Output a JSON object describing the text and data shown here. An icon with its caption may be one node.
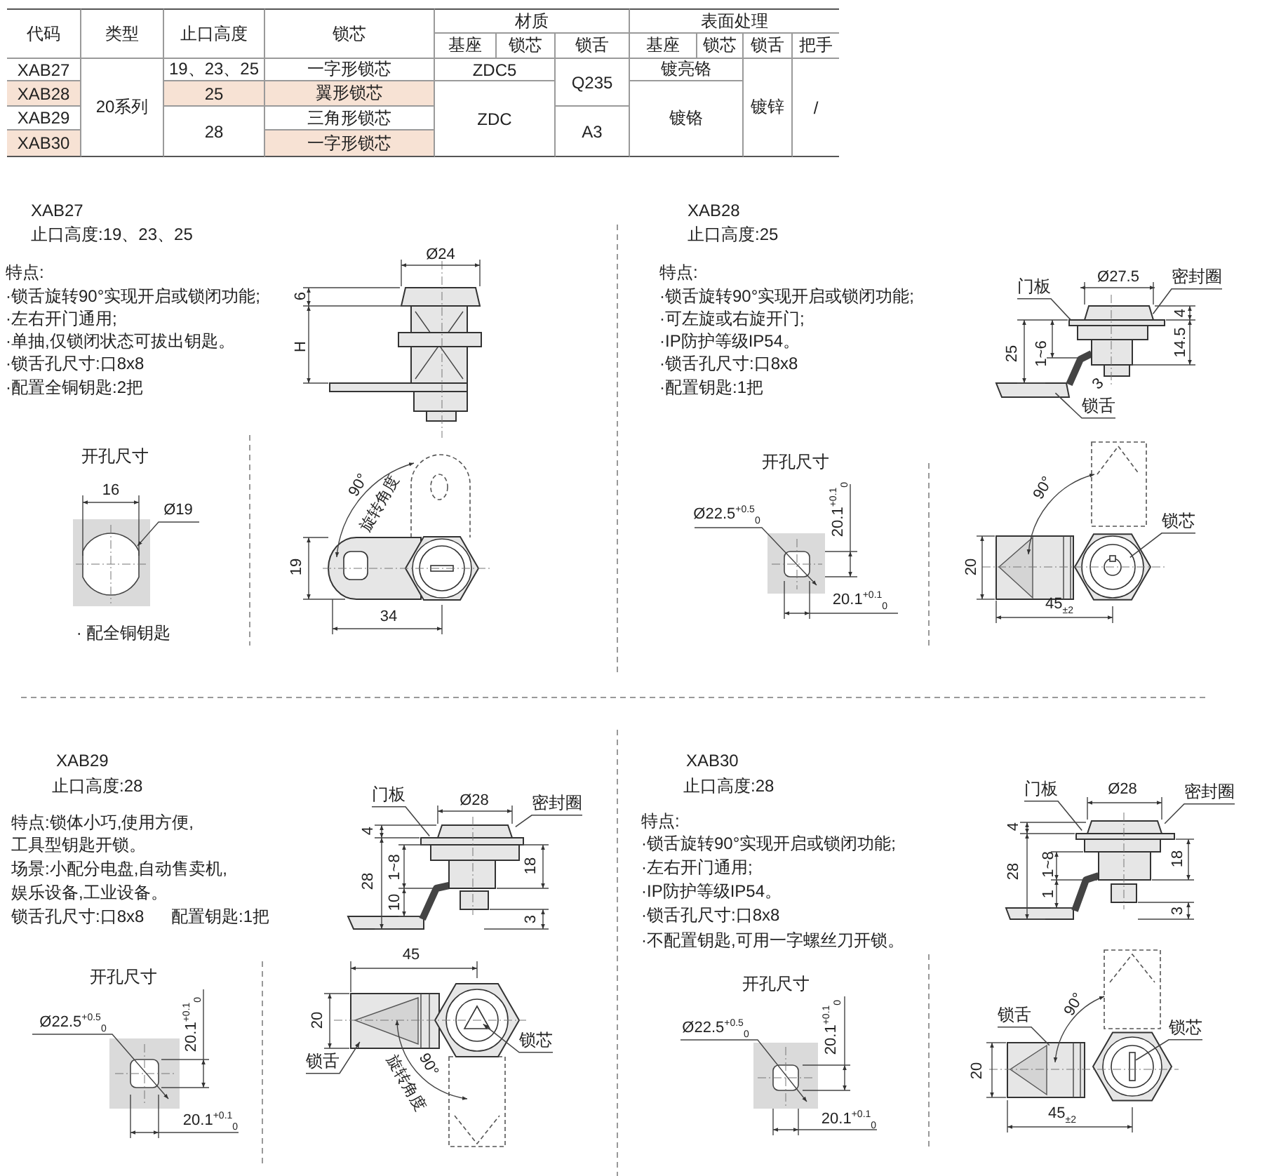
{
  "diagram": {
    "nodes": [
      {
        "text": [
          "门板"
        ]
      },
      {
        "text": [
          "密封圈"
        ]
      },
      {
        "text": [
          "锁舌"
        ]
      },
      {
        "text": [
          "锁芯"
        ]
      },
      {
        "text": [
          "门板"
        ]
      },
      {
        "text": [
          "密封圈"
        ]
      },
      {
        "text": [
          "锁舌"
        ]
      },
      {
        "text": [
          "锁芯"
        ]
      },
      {
        "text": [
          "门板"
        ]
      },
      {
        "text": [
          "密封圈"
        ]
      },
      {
        "text": [
          "锁舌"
        ]
      },
      {
        "text": [
          "锁芯"
        ]
      },
      {
        "text": [],
        "shape": "picture"
      },
      {
        "text": [],
        "shape": "picture"
      },
      {
        "text": [],
        "shape": "picture"
      }
    ],
    "edges": [
      {
        "from": 0,
        "to": 12,
        "arrow": "none"
      },
      {
        "from": 1,
        "to": 12,
        "arrow": "none"
      },
      {
        "from": 2,
        "to": 12,
        "arrow": "none"
      },
      {
        "from": 3,
        "to": null,
        "arrow": "none"
      },
      {
        "from": 4,
        "to": 13,
        "arrow": "none"
      },
      {
        "from": 5,
        "to": 13,
        "arrow": "none"
      },
      {
        "from": 6,
        "to": null,
        "arrow": "to"
      },
      {
        "from": 7,
        "to": null,
        "arrow": "to"
      },
      {
        "from": 8,
        "to": 14,
        "arrow": "none"
      },
      {
        "from": 9,
        "to": 14,
        "arrow": "none"
      },
      {
        "from": 10,
        "to": null,
        "arrow": "none"
      },
      {
        "from": 11,
        "to": null,
        "arrow": "none"
      }
    ],
    "labels": [
      "代码",
      "类型",
      "止口高度",
      "锁芯",
      "材质",
      "表面处理",
      "基座",
      "锁芯",
      "锁舌",
      "基座",
      "锁芯",
      "锁舌",
      "把手",
      "XAB27",
      "20系列",
      "19、23、25",
      "一字形锁芯",
      "ZDC5",
      "Q235",
      "镀亮铬",
      "镀锌",
      "/",
      "XAB28",
      "25",
      "翼形锁芯",
      "XAB29",
      "28",
      "三角形锁芯",
      "ZDC",
      "A3",
      "镀铬",
      "XAB30",
      "一字形锁芯",
      "XAB27",
      "止口高度:19、23、25",
      "特点:",
      "·锁舌旋转90°实现开启或锁闭功能;",
      "·左右开门通用;",
      "·单抽,仅锁闭状态可拔出钥匙。",
      "·锁舌孔尺寸:口8x8",
      "·配置全铜钥匙:2把",
      "Ø24",
      "6",
      "H",
      "开孔尺寸",
      "16",
      "Ø19",
      "90°",
      "旋转角度",
      "19",
      "34",
      "· 配全铜钥匙",
      "XAB28",
      "止口高度:25",
      "特点:",
      "·锁舌旋转90°实现开启或锁闭功能;",
      "·可左旋或右旋开门;",
      "·IP防护等级IP54。",
      "·锁舌孔尺寸:口8x8",
      "·配置钥匙:1把",
      "Ø27.5",
      "4",
      "25",
      "1~6",
      "14.5",
      "3",
      "开孔尺寸",
      "Ø22.5$^{+0.5}$$_{0}$",
      "20.1$^{+0.1}$$_{0}$",
      "20.1$^{+0.1}$$_{0}$",
      "90°",
      "20",
      "45$_{±2}$",
      "XAB29",
      "止口高度:28",
      "特点:锁体小巧,使用方便,",
      "工具型钥匙开锁。",
      "场景:小配分电盘,自动售卖机,",
      "娱乐设备,工业设备。",
      "锁舌孔尺寸:口8x8",
      "配置钥匙:1把",
      "Ø28",
      "4",
      "28",
      "1~8",
      "10",
      "18",
      "3",
      "45",
      "20",
      "90°",
      "旋转角度",
      "开孔尺寸",
      "Ø22.5$^{+0.5}$$_{0}$",
      "20.1$^{+0.1}$$_{0}$",
      "20.1$^{+0.1}$$_{0}$",
      "XAB30",
      "止口高度:28",
      "特点:",
      "·锁舌旋转90°实现开启或锁闭功能;",
      "·左右开门通用;",
      "·IP防护等级IP54。",
      "·锁舌孔尺寸:口8x8",
      "·不配置钥匙,可用一字螺丝刀开锁。",
      "Ø28",
      "4",
      "28",
      "1~8",
      "1",
      "18",
      "3",
      "开孔尺寸",
      "Ø22.5$^{+0.5}$$_{0}$",
      "20.1$^{+0.1}$$_{0}$",
      "20.1$^{+0.1}$$_{0}$",
      "90°",
      "20",
      "45$_{±2}$"
    ]
  }
}
